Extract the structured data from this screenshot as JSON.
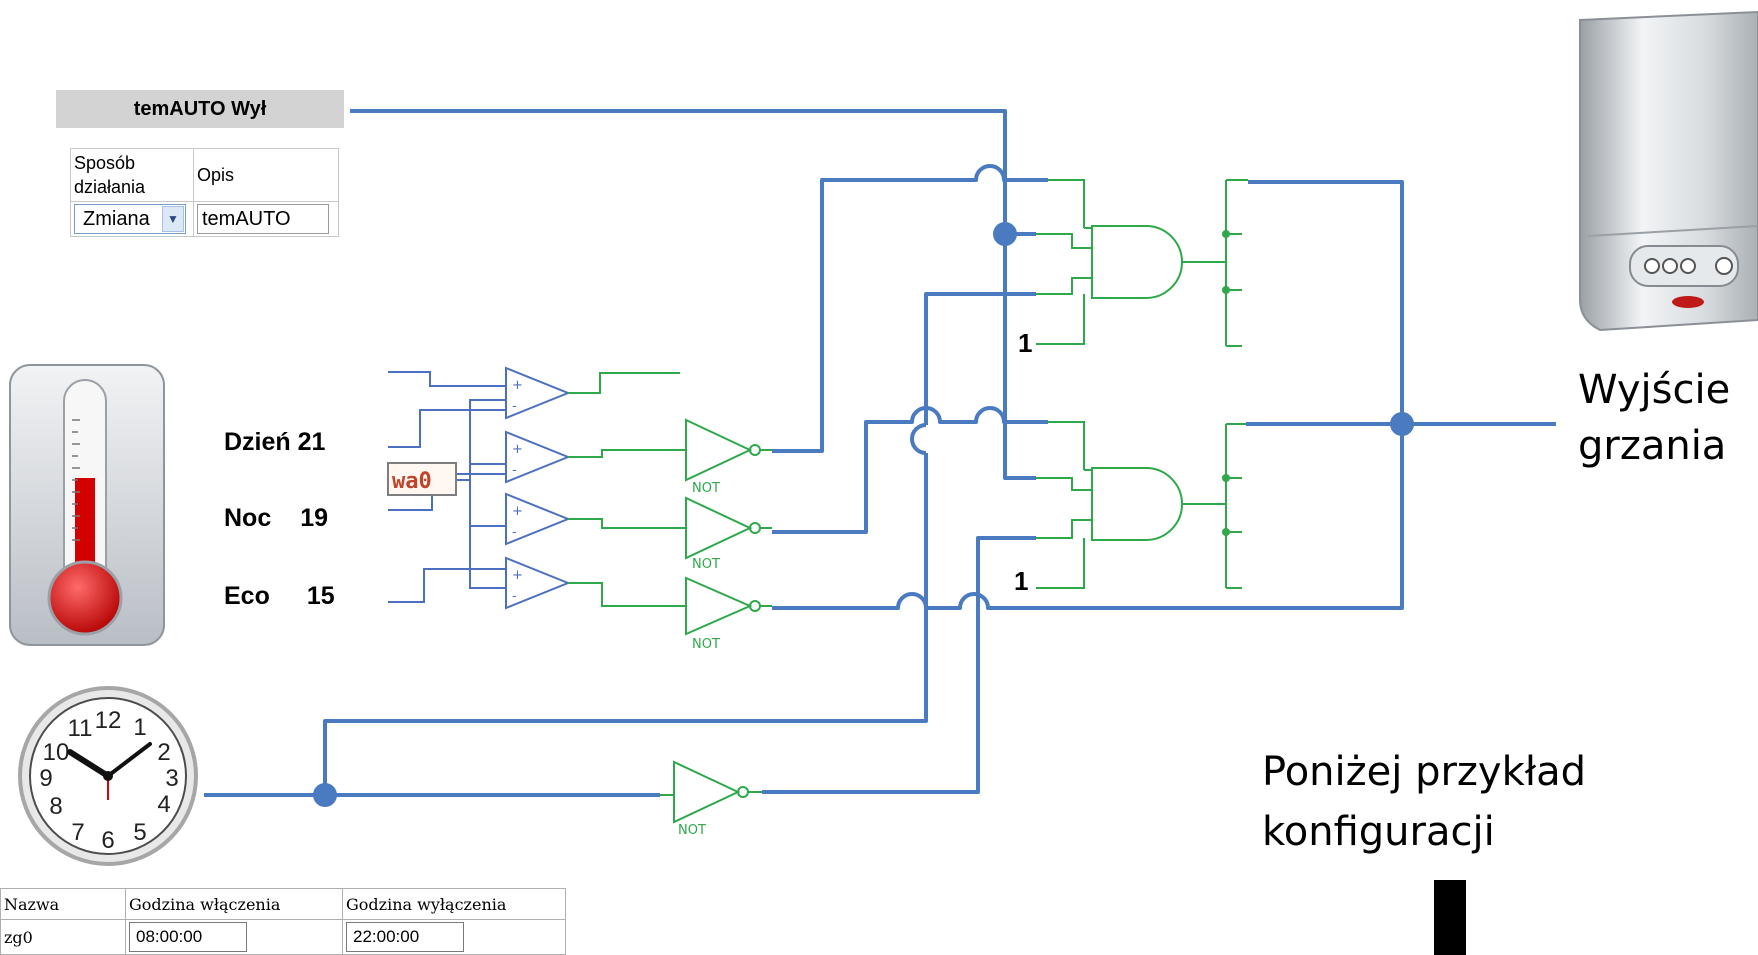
{
  "mode_widget": {
    "title": "temAUTO Wył",
    "header_mode": "Sposób działania",
    "header_desc": "Opis",
    "mode_value": "Zmiana",
    "desc_value": "temAUTO"
  },
  "comparators": {
    "input_label": "wa0",
    "thresholds": [
      {
        "name": "Dzień",
        "value": "21"
      },
      {
        "name": "Noc",
        "value": "19"
      },
      {
        "name": "Eco",
        "value": "15"
      }
    ]
  },
  "gates": {
    "not_label": "NOT",
    "const_label": "1"
  },
  "output_label": "Wyjście grzania",
  "example_label": "Poniżej przykład konfiguracji",
  "schedule": {
    "headers": [
      "Nazwa",
      "Godzina włączenia",
      "Godzina wyłączenia"
    ],
    "row": {
      "name": "zg0",
      "on": "08:00:00",
      "off": "22:00:00"
    }
  },
  "icons": [
    "thermometer-icon",
    "clock-icon",
    "boiler-icon"
  ],
  "colors": {
    "wire_blue": "#4a7bc0",
    "gate_green": "#2ea84a",
    "comparator_blue": "#4d6fc0",
    "label_red": "#c0432c"
  }
}
